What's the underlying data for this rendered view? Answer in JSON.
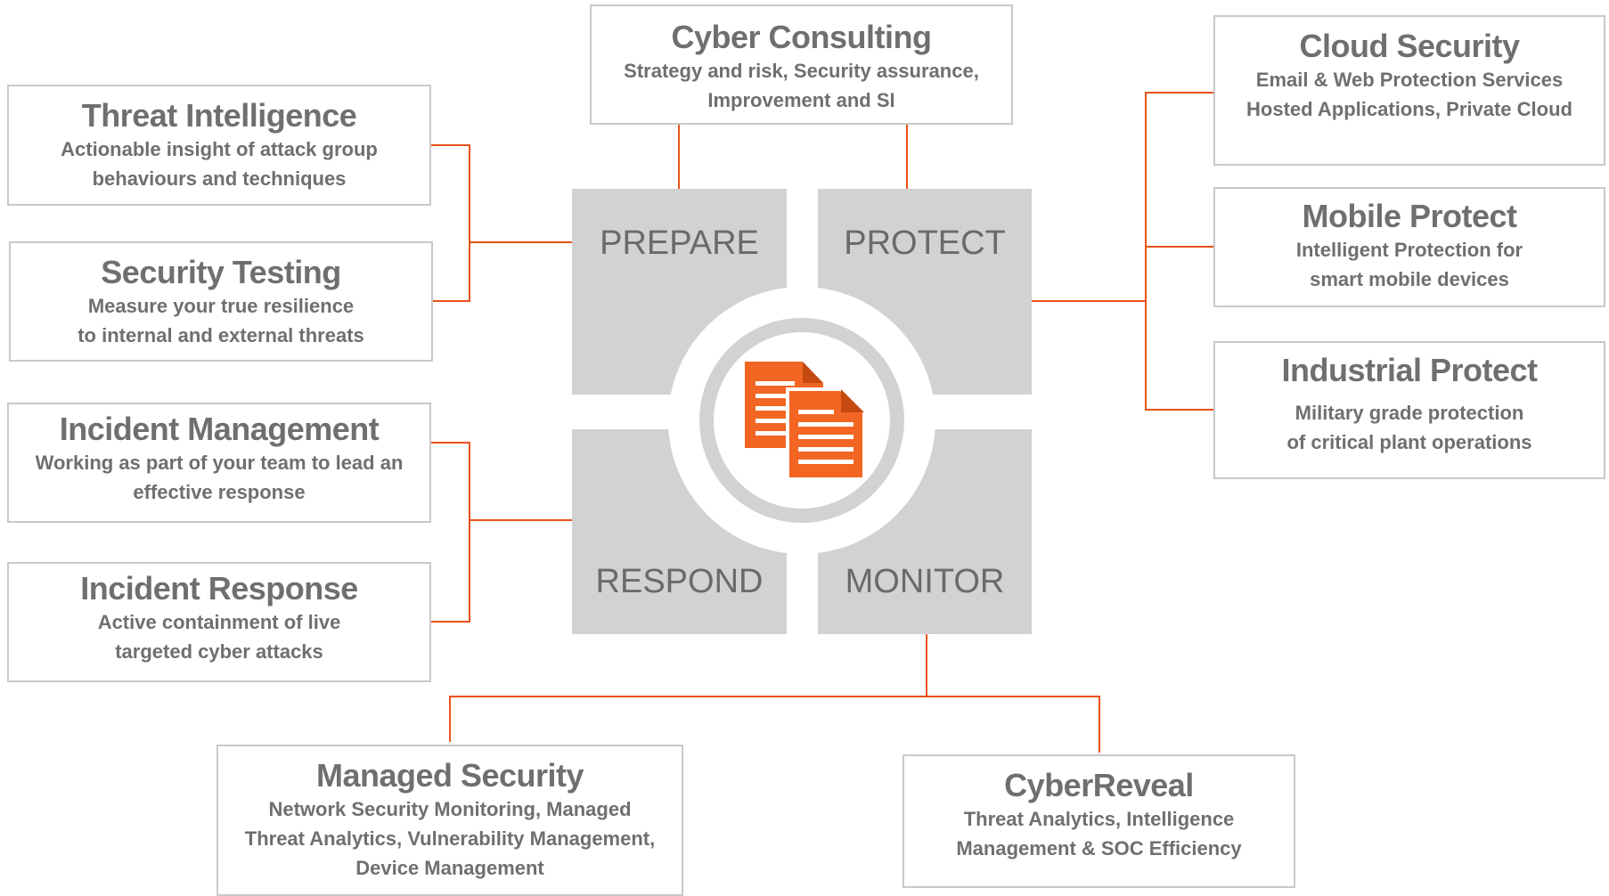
{
  "colors": {
    "connector": "#e8521c",
    "icon": "#f26522",
    "quadrant_fill": "#d1d2d3",
    "box_border": "#c9c9c9",
    "text": "#6f6f6f"
  },
  "center_icon": "documents-icon",
  "quadrants": {
    "prepare": "PREPARE",
    "protect": "PROTECT",
    "respond": "RESPOND",
    "monitor": "MONITOR"
  },
  "services": {
    "cyber_consulting": {
      "title": "Cyber Consulting",
      "desc": [
        "Strategy and risk, Security assurance,",
        "Improvement and SI"
      ]
    },
    "threat_intelligence": {
      "title": "Threat Intelligence",
      "desc": [
        "Actionable insight of attack group",
        "behaviours and techniques"
      ]
    },
    "security_testing": {
      "title": "Security Testing",
      "desc": [
        "Measure your true resilience",
        "to internal and external threats"
      ]
    },
    "incident_management": {
      "title": "Incident Management",
      "desc": [
        "Working as part of your team to lead an",
        "effective response"
      ]
    },
    "incident_response": {
      "title": "Incident Response",
      "desc": [
        "Active containment of live",
        "targeted cyber attacks"
      ]
    },
    "cloud_security": {
      "title": "Cloud Security",
      "desc": [
        "Email & Web Protection Services",
        "Hosted Applications, Private Cloud"
      ]
    },
    "mobile_protect": {
      "title": "Mobile Protect",
      "desc": [
        "Intelligent Protection for",
        "smart mobile devices"
      ]
    },
    "industrial_protect": {
      "title": "Industrial Protect",
      "desc": [
        "Military grade protection",
        "of critical plant operations"
      ]
    },
    "managed_security": {
      "title": "Managed Security",
      "desc": [
        "Network Security Monitoring, Managed",
        "Threat Analytics, Vulnerability Management,",
        "Device Management"
      ]
    },
    "cyberreveal": {
      "title": "CyberReveal",
      "desc": [
        "Threat Analytics, Intelligence",
        "Management & SOC Efficiency"
      ]
    }
  }
}
